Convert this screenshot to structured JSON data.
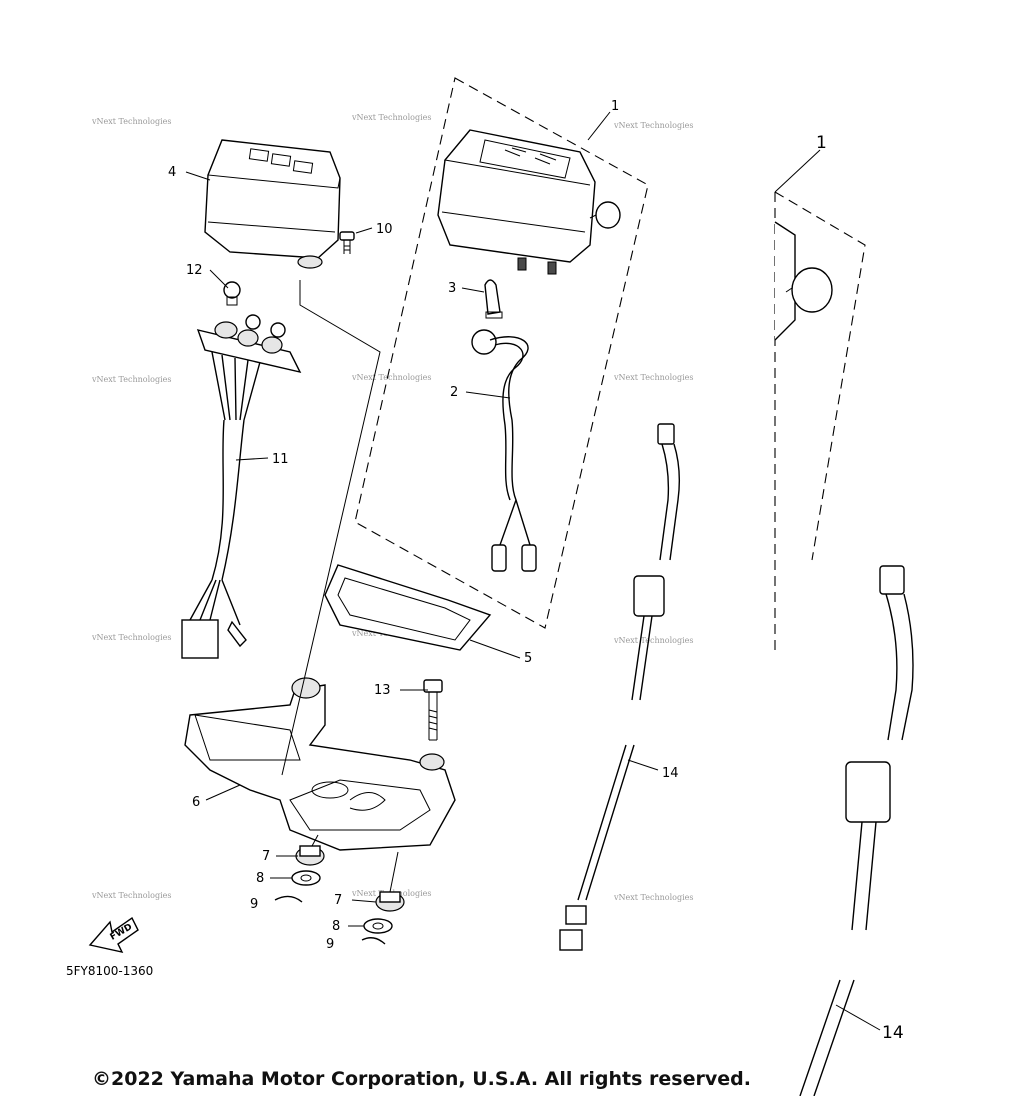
{
  "diagram_code": "5FY8100-1360",
  "copyright": "©2022 Yamaha Motor Corporation, U.S.A. All rights reserved.",
  "fwd_label": "FWD",
  "watermark_text": "vNext Technologies",
  "callouts": {
    "c1_small": "1",
    "c1_large": "1",
    "c2": "2",
    "c3": "3",
    "c4": "4",
    "c5": "5",
    "c6": "6",
    "c7a": "7",
    "c7b": "7",
    "c8a": "8",
    "c8b": "8",
    "c9a": "9",
    "c9b": "9",
    "c10": "10",
    "c11": "11",
    "c12": "12",
    "c13": "13",
    "c14_small": "14",
    "c14_large": "14"
  }
}
